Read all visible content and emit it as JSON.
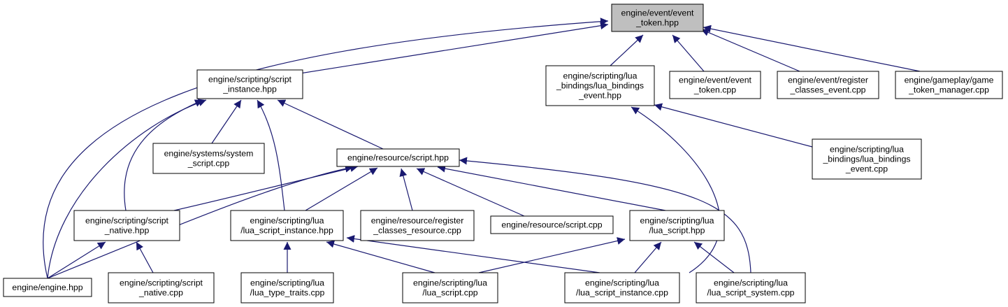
{
  "colors": {
    "edge": "#191970",
    "node_border": "#000000",
    "node_fill": "#ffffff",
    "highlight_fill": "#bfbfbf"
  },
  "nodes": [
    {
      "id": "event_token_hpp",
      "lines": [
        "engine/event/event",
        "_token.hpp"
      ],
      "highlight": true,
      "interactable": false
    },
    {
      "id": "script_instance_hpp",
      "lines": [
        "engine/scripting/script",
        "_instance.hpp"
      ]
    },
    {
      "id": "lua_bindings_event_hpp",
      "lines": [
        "engine/scripting/lua",
        "_bindings/lua_bindings",
        "_event.hpp"
      ]
    },
    {
      "id": "event_token_cpp",
      "lines": [
        "engine/event/event",
        "_token.cpp"
      ]
    },
    {
      "id": "register_classes_event_cpp",
      "lines": [
        "engine/event/register",
        "_classes_event.cpp"
      ]
    },
    {
      "id": "game_token_manager_cpp",
      "lines": [
        "engine/gameplay/game",
        "_token_manager.cpp"
      ]
    },
    {
      "id": "system_script_cpp",
      "lines": [
        "engine/systems/system",
        "_script.cpp"
      ]
    },
    {
      "id": "script_hpp",
      "lines": [
        "engine/resource/script.hpp"
      ]
    },
    {
      "id": "lua_bindings_event_cpp",
      "lines": [
        "engine/scripting/lua",
        "_bindings/lua_bindings",
        "_event.cpp"
      ]
    },
    {
      "id": "script_native_hpp",
      "lines": [
        "engine/scripting/script",
        "_native.hpp"
      ]
    },
    {
      "id": "lua_script_instance_hpp",
      "lines": [
        "engine/scripting/lua",
        "/lua_script_instance.hpp"
      ]
    },
    {
      "id": "register_classes_resource_cpp",
      "lines": [
        "engine/resource/register",
        "_classes_resource.cpp"
      ]
    },
    {
      "id": "script_cpp",
      "lines": [
        "engine/resource/script.cpp"
      ]
    },
    {
      "id": "lua_script_hpp",
      "lines": [
        "engine/scripting/lua",
        "/lua_script.hpp"
      ]
    },
    {
      "id": "engine_hpp",
      "lines": [
        "engine/engine.hpp"
      ]
    },
    {
      "id": "script_native_cpp",
      "lines": [
        "engine/scripting/script",
        "_native.cpp"
      ]
    },
    {
      "id": "lua_type_traits_cpp",
      "lines": [
        "engine/scripting/lua",
        "/lua_type_traits.cpp"
      ]
    },
    {
      "id": "lua_script_cpp",
      "lines": [
        "engine/scripting/lua",
        "/lua_script.cpp"
      ]
    },
    {
      "id": "lua_script_instance_cpp",
      "lines": [
        "engine/scripting/lua",
        "/lua_script_instance.cpp"
      ]
    },
    {
      "id": "lua_script_system_cpp",
      "lines": [
        "engine/scripting/lua",
        "/lua_script_system.cpp"
      ]
    }
  ],
  "edges": [
    {
      "from": "script_instance_hpp",
      "to": "event_token_hpp"
    },
    {
      "from": "lua_bindings_event_hpp",
      "to": "event_token_hpp"
    },
    {
      "from": "event_token_cpp",
      "to": "event_token_hpp"
    },
    {
      "from": "register_classes_event_cpp",
      "to": "event_token_hpp"
    },
    {
      "from": "game_token_manager_cpp",
      "to": "event_token_hpp"
    },
    {
      "from": "engine_hpp",
      "to": "event_token_hpp"
    },
    {
      "from": "system_script_cpp",
      "to": "script_instance_hpp"
    },
    {
      "from": "script_hpp",
      "to": "script_instance_hpp"
    },
    {
      "from": "script_native_hpp",
      "to": "script_instance_hpp"
    },
    {
      "from": "lua_script_instance_hpp",
      "to": "script_instance_hpp"
    },
    {
      "from": "engine_hpp",
      "to": "script_instance_hpp"
    },
    {
      "from": "lua_bindings_event_cpp",
      "to": "lua_bindings_event_hpp"
    },
    {
      "from": "lua_script_instance_cpp",
      "to": "lua_bindings_event_hpp"
    },
    {
      "from": "script_native_hpp",
      "to": "script_hpp"
    },
    {
      "from": "lua_script_instance_hpp",
      "to": "script_hpp"
    },
    {
      "from": "register_classes_resource_cpp",
      "to": "script_hpp"
    },
    {
      "from": "script_cpp",
      "to": "script_hpp"
    },
    {
      "from": "lua_script_hpp",
      "to": "script_hpp"
    },
    {
      "from": "engine_hpp",
      "to": "script_hpp"
    },
    {
      "from": "lua_script_system_cpp",
      "to": "script_hpp"
    },
    {
      "from": "engine_hpp",
      "to": "script_native_hpp"
    },
    {
      "from": "script_native_cpp",
      "to": "script_native_hpp"
    },
    {
      "from": "lua_type_traits_cpp",
      "to": "lua_script_instance_hpp"
    },
    {
      "from": "lua_script_cpp",
      "to": "lua_script_instance_hpp"
    },
    {
      "from": "lua_script_instance_cpp",
      "to": "lua_script_instance_hpp"
    },
    {
      "from": "lua_script_cpp",
      "to": "lua_script_hpp"
    },
    {
      "from": "lua_script_instance_cpp",
      "to": "lua_script_hpp"
    },
    {
      "from": "lua_script_system_cpp",
      "to": "lua_script_hpp"
    }
  ]
}
